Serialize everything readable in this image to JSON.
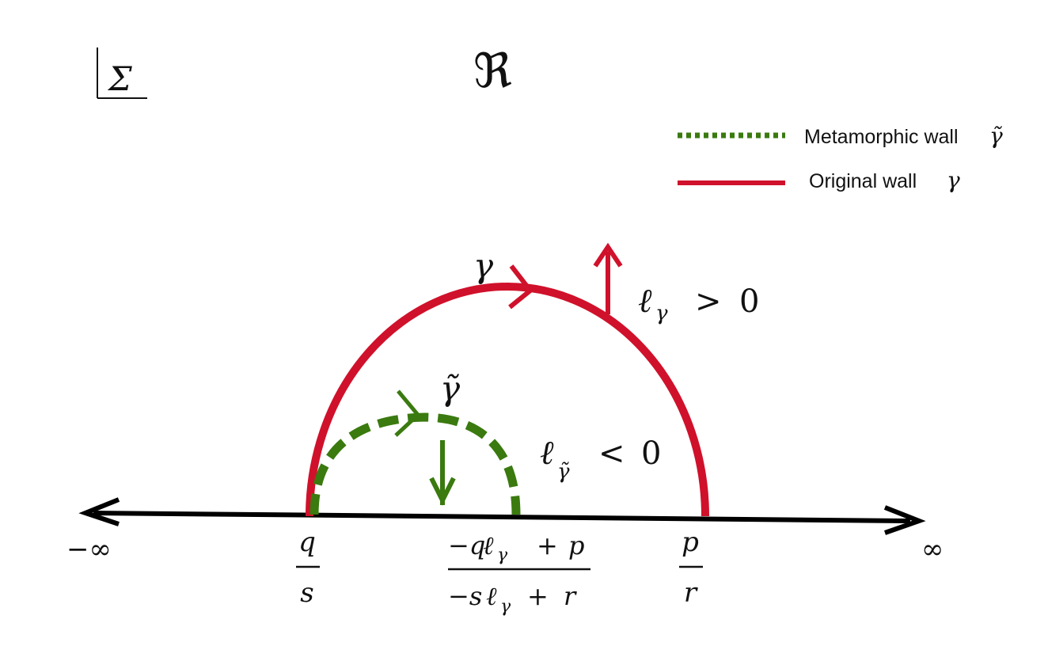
{
  "frame": {
    "corner_label": "Σ",
    "title_symbol": "ℜ"
  },
  "legend": {
    "metamorphic_label": "Metamorphic wall",
    "metamorphic_symbol": "γ̃",
    "original_label": "Original wall",
    "original_symbol": "γ"
  },
  "curves": {
    "original_label": "γ",
    "metamorphic_label": "γ̃",
    "original_normal": {
      "ell": "ℓ",
      "sub": "γ",
      "relation": ">",
      "value": "0"
    },
    "metamorphic_normal": {
      "ell": "ℓ",
      "sub": "γ̃",
      "relation": "<",
      "value": "0"
    }
  },
  "axis": {
    "left_end": "−∞",
    "right_end": "∞",
    "point_left": {
      "num": "q",
      "den": "s"
    },
    "point_right": {
      "num": "p",
      "den": "r"
    },
    "point_middle": {
      "num_minus": "−q",
      "num_ell": "ℓ",
      "num_sub": "γ",
      "num_plus": "+",
      "num_p": "p",
      "den_minus": "−s",
      "den_ell": "ℓ",
      "den_sub": "γ",
      "den_plus": "+",
      "den_r": "r"
    }
  },
  "colors": {
    "original": "#d0112b",
    "metamorphic": "#3a7a0f",
    "axis": "#000000"
  }
}
